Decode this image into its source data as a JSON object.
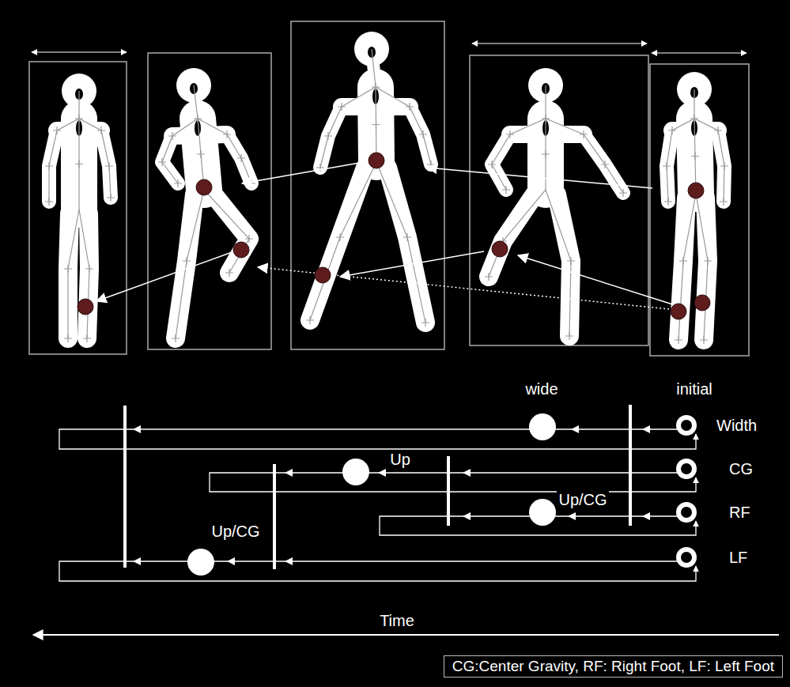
{
  "diagram": {
    "nodes": [
      {
        "text": [
          "CG:Center Gravity, RF: Right Foot, LF: Left Foot"
        ]
      }
    ],
    "labels": [
      "wide",
      "initial",
      "Width",
      "Up",
      "CG",
      "Up/CG",
      "RF",
      "Up/CG",
      "LF",
      "Time"
    ]
  }
}
